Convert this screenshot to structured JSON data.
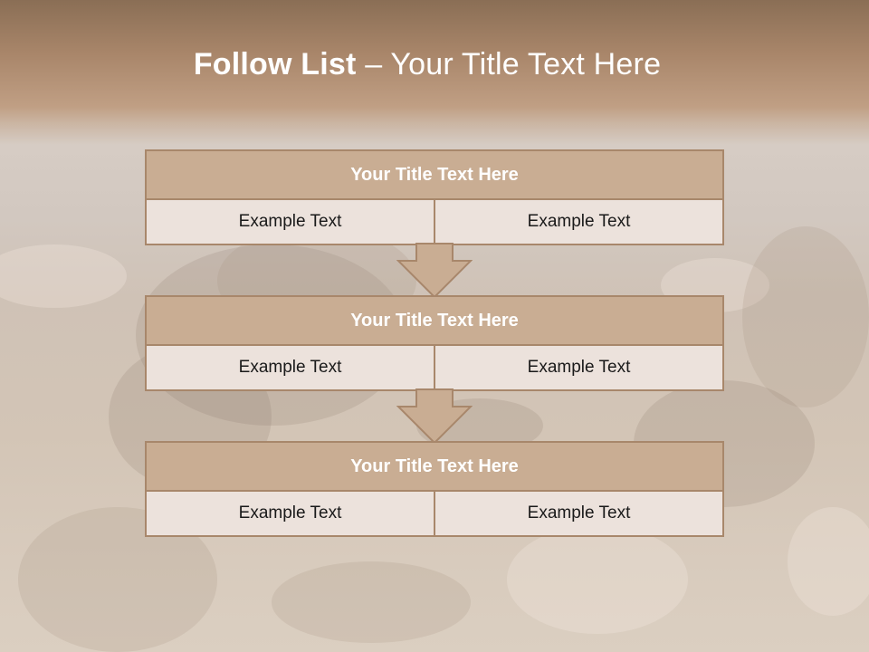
{
  "title": {
    "bold_part": "Follow List",
    "rest": " – Your Title Text Here"
  },
  "blocks": [
    {
      "title": "Your Title Text Here",
      "cells": [
        "Example Text",
        "Example Text"
      ]
    },
    {
      "title": "Your Title Text Here",
      "cells": [
        "Example Text",
        "Example Text"
      ]
    },
    {
      "title": "Your Title Text Here",
      "cells": [
        "Example Text",
        "Example Text"
      ]
    }
  ],
  "colors": {
    "header_fill": "#c9ad93",
    "border": "#a8876b",
    "cell_fill": "#ece2dc",
    "arrow_fill": "#c9ad93",
    "title_text": "#ffffff"
  },
  "icons": {
    "connector": "down-arrow-icon",
    "background": "rocky-desert-photo"
  }
}
